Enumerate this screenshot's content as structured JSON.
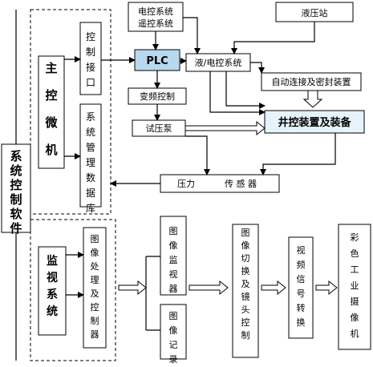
{
  "labels": {
    "control_software": "系统控制软件",
    "main_micro": "主控微机",
    "control_interface": "控制接口",
    "system_db": "系统管理数据库",
    "plc": "PLC",
    "ecs_line1": "电控系统",
    "ecs_line2": "遥控系统",
    "hydraulic_station": "液压站",
    "hydraulic_electric": "液/电控系统",
    "auto_connect": "自动连接及密封装置",
    "vfd": "变频控制",
    "test_pump": "试压泵",
    "wellhead": "井控装置及装备",
    "pressure": "压力",
    "sensor": "传 感 器",
    "monitor_system": "监视系统",
    "image_proc": "图像处理及控制器",
    "image_monitor": "图像监视器",
    "image_record": "图像记录",
    "image_switch": "图像切换及镜头控制",
    "video_convert": "视频信号转换",
    "color_camera": "彩色工业摄像机"
  },
  "colors": {
    "plc_fill": "#b8d8ee",
    "wellhead_fill": "#e6f3fa",
    "line": "#000000"
  }
}
